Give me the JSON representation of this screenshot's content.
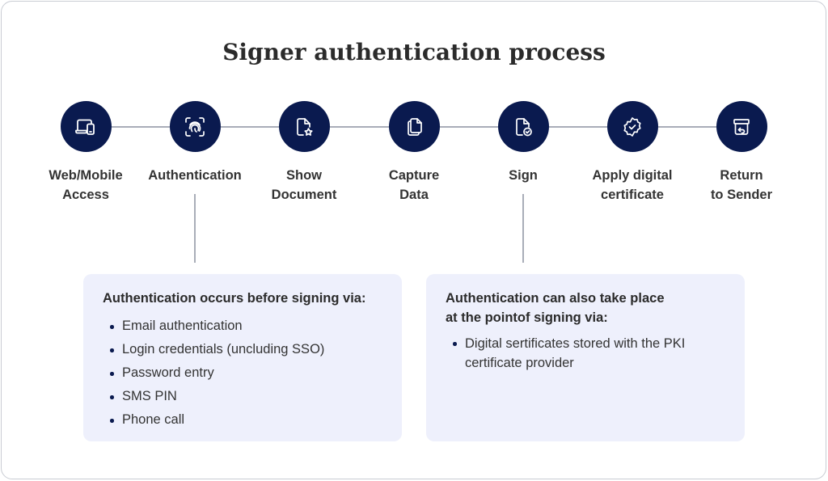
{
  "title": "Signer authentication process",
  "colors": {
    "circle": "#0a1a4f",
    "connector": "#a9adb8",
    "card_background": "#eef0fc",
    "text": "#333333"
  },
  "steps": [
    {
      "label": "Web/Mobile\nAccess",
      "icon": "laptop-phone-icon"
    },
    {
      "label": "Authentication",
      "icon": "fingerprint-icon"
    },
    {
      "label": "Show\nDocument",
      "icon": "document-star-icon"
    },
    {
      "label": "Capture\nData",
      "icon": "documents-copy-icon"
    },
    {
      "label": "Sign",
      "icon": "document-check-icon"
    },
    {
      "label": "Apply digital\ncertificate",
      "icon": "badge-check-icon"
    },
    {
      "label": "Return\nto Sender",
      "icon": "box-return-icon"
    }
  ],
  "cards": [
    {
      "title": "Authentication occurs before signing via:",
      "items": [
        "Email authentication",
        "Login credentials (uncluding SSO)",
        "Password entry",
        "SMS PIN",
        "Phone call"
      ]
    },
    {
      "title": "Authentication can also take place\nat the pointof signing via:",
      "items": [
        "Digital sertificates stored with the PKI certificate provider"
      ]
    }
  ]
}
